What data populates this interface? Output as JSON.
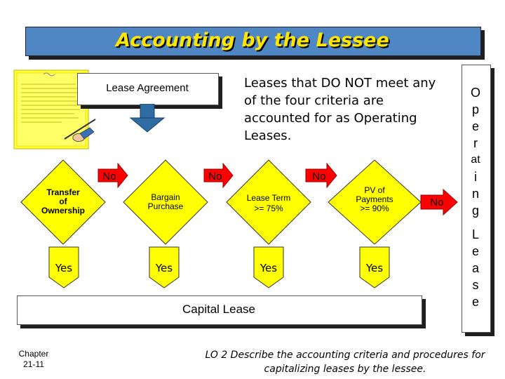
{
  "title": "Accounting by the Lessee",
  "lease_agreement": "Lease Agreement",
  "note": "Leases that DO NOT meet any of the four criteria are accounted for as Operating Leases.",
  "criteria": [
    {
      "label_lines": [
        "Transfer",
        "of",
        "Ownership"
      ],
      "yes": "Yes"
    },
    {
      "label_lines": [
        "Bargain",
        "Purchase"
      ],
      "yes": "Yes"
    },
    {
      "label_lines": [
        "Lease Term",
        ">= 75%"
      ],
      "yes": "Yes"
    },
    {
      "label_lines": [
        "PV of",
        "Payments",
        ">= 90%"
      ],
      "yes": "Yes"
    }
  ],
  "no_labels": [
    "No",
    "No",
    "No",
    "No"
  ],
  "capital_lease": "Capital Lease",
  "operating_lease_letters": [
    "O",
    "p",
    "e",
    "r",
    "at",
    "i",
    "n",
    "g",
    "",
    "L",
    "e",
    "a",
    "s",
    "e"
  ],
  "chapter": {
    "line1": "Chapter",
    "line2": "21-11"
  },
  "lo_text": "LO 2 Describe the accounting criteria and procedures for capitalizing leases by the lessee.",
  "colors": {
    "title_bg": "#4f86c4",
    "title_text": "#ffe600",
    "diamond": "#ffff00",
    "arrow": "#ff0000",
    "down_arrow": "#2e6da4"
  }
}
